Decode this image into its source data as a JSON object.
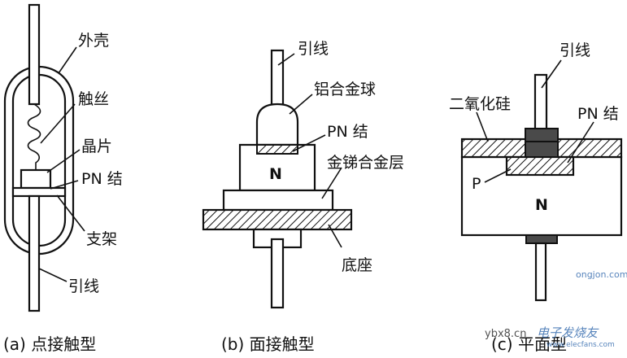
{
  "diagrams": [
    {
      "caption": "(a)  点接触型",
      "labels": {
        "shell": "外壳",
        "whisker": "触丝",
        "chip": "晶片",
        "junction": "PN 结",
        "bracket": "支架",
        "lead": "引线"
      }
    },
    {
      "caption": "(b)  面接触型",
      "labels": {
        "lead": "引线",
        "ball": "铝合金球",
        "junction": "PN 结",
        "n_region": "N",
        "alloy_layer": "金锑合金层",
        "base": "底座"
      }
    },
    {
      "caption": "(c)  平面型",
      "labels": {
        "lead": "引线",
        "oxide": "二氧化硅",
        "junction": "PN 结",
        "p_region": "P",
        "n_region": "N"
      }
    }
  ],
  "watermark": {
    "site": "ybx8.cn",
    "brand": "电子发烧友",
    "url": "www.elecfans.com",
    "tag": "ongjon.com"
  },
  "colors": {
    "stroke": "#111111",
    "dark_fill": "#4a4a4a",
    "hatch": "#111111",
    "background": "#ffffff"
  }
}
